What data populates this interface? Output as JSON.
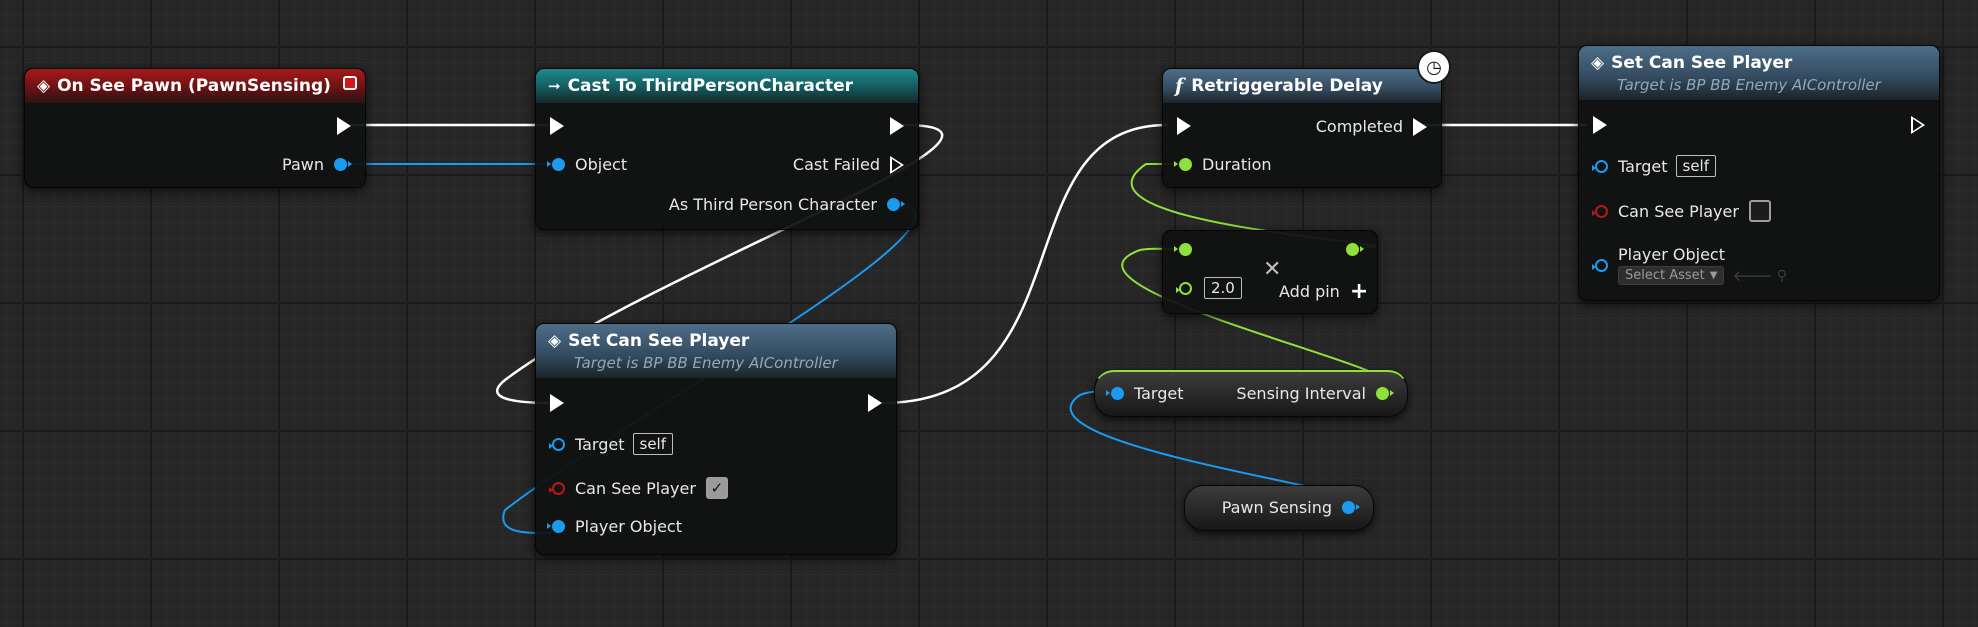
{
  "nodes": {
    "on_see_pawn": {
      "title": "On See Pawn (PawnSensing)",
      "pawn_label": "Pawn"
    },
    "cast": {
      "title": "Cast To ThirdPersonCharacter",
      "object_label": "Object",
      "cast_failed_label": "Cast Failed",
      "as_label": "As Third Person Character"
    },
    "set_true": {
      "title": "Set Can See Player",
      "subtitle": "Target is BP BB Enemy AIController",
      "target_label": "Target",
      "target_value": "self",
      "can_see_label": "Can See Player",
      "can_see_checked": true,
      "player_object_label": "Player Object"
    },
    "delay": {
      "title": "Retriggerable Delay",
      "completed_label": "Completed",
      "duration_label": "Duration"
    },
    "add": {
      "value": "2.0",
      "add_pin_label": "Add pin"
    },
    "sensing_interval": {
      "target_label": "Target",
      "output_label": "Sensing Interval"
    },
    "pawn_sensing": {
      "label": "Pawn Sensing"
    },
    "set_false": {
      "title": "Set Can See Player",
      "subtitle": "Target is BP BB Enemy AIController",
      "target_label": "Target",
      "target_value": "self",
      "can_see_label": "Can See Player",
      "can_see_checked": false,
      "player_object_label": "Player Object",
      "select_asset": "Select Asset"
    }
  },
  "colors": {
    "exec": "#ffffff",
    "object_pin": "#1a9bf0",
    "float_pin": "#8fe03a",
    "bool_pin": "#b51a1a",
    "event_header": "#a8191b",
    "cast_header": "#1e8a8e",
    "set_header": "#4d6d87"
  },
  "icons": {
    "event": "diamond-event-icon",
    "cast": "cast-arrow-icon",
    "function": "function-f-icon",
    "latent": "clock-icon",
    "remove": "x-icon",
    "add": "plus-icon",
    "browse": "arrow-left-icon",
    "find": "magnifier-icon"
  }
}
